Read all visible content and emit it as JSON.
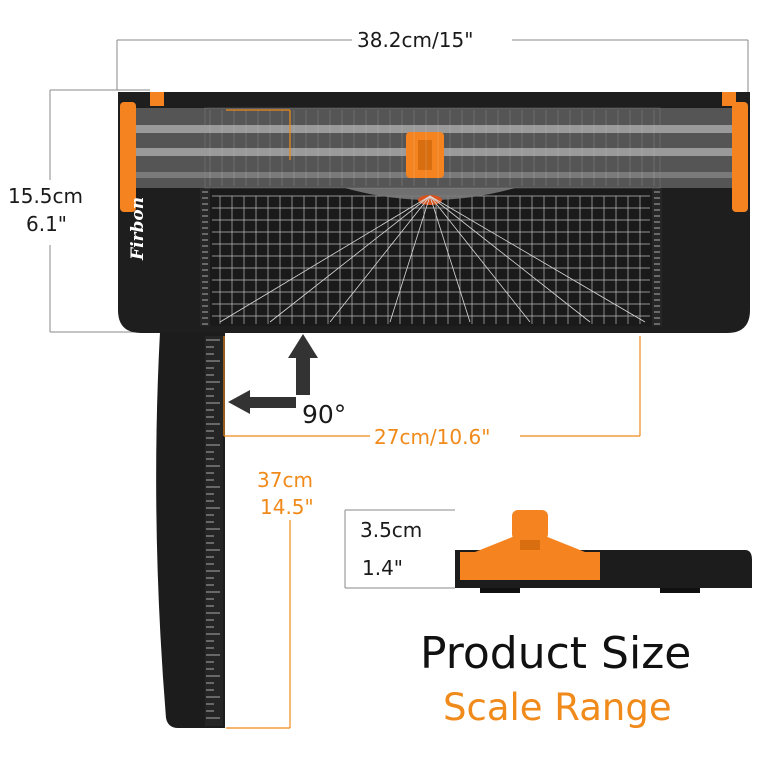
{
  "dimensions": {
    "width": "38.2cm/15\"",
    "height_cm": "15.5cm",
    "height_in": "6.1\"",
    "cut_length": "27cm/10.6\"",
    "arm_cm": "37cm",
    "arm_in": "14.5\"",
    "thickness_cm": "3.5cm",
    "thickness_in": "1.4\"",
    "angle": "90°"
  },
  "brand": "Firbon",
  "heading": {
    "title": "Product Size",
    "subtitle": "Scale Range"
  },
  "colors": {
    "accent": "#f5831f",
    "body": "#1c1c1c",
    "grid": "#e0e0e0"
  }
}
